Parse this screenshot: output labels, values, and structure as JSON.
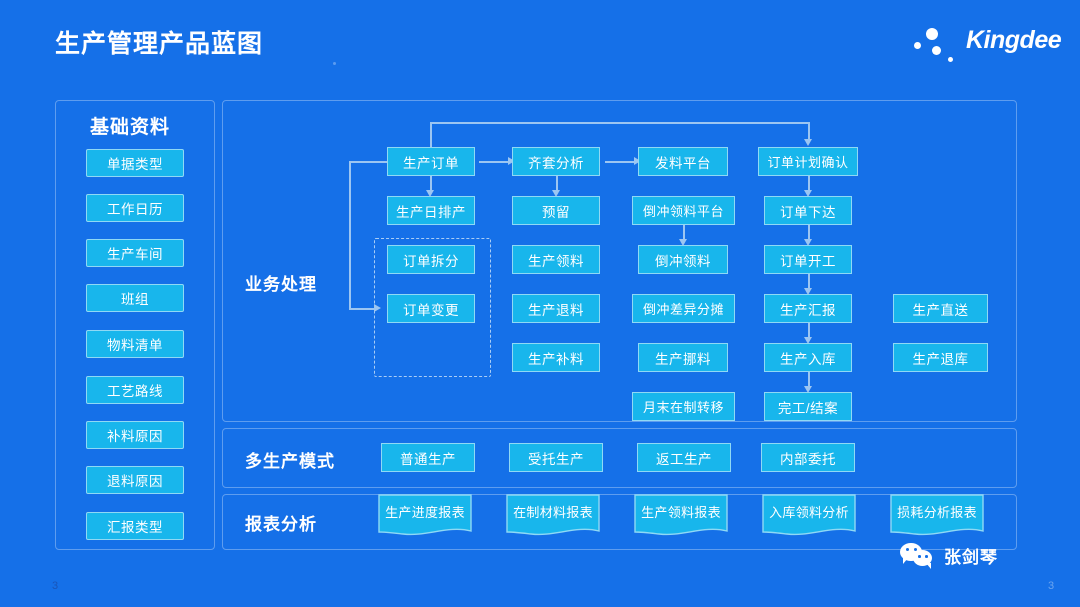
{
  "header": {
    "title": "生产管理产品蓝图",
    "logo_text": "Kingdee",
    "logo_icon": "kingdee-dots-logo"
  },
  "colors": {
    "background": "#1570E8",
    "node_fill": "#18B6EC",
    "node_border": "#8FD9F5",
    "panel_border": "#5E9DEF",
    "connector": "#9CC6F2",
    "text": "#FFFFFF"
  },
  "sidebar": {
    "title": "基础资料",
    "items": [
      {
        "label": "单据类型"
      },
      {
        "label": "工作日历"
      },
      {
        "label": "生产车间"
      },
      {
        "label": "班组"
      },
      {
        "label": "物料清单"
      },
      {
        "label": "工艺路线"
      },
      {
        "label": "补料原因"
      },
      {
        "label": "退料原因"
      },
      {
        "label": "汇报类型"
      }
    ]
  },
  "business": {
    "title": "业务处理",
    "columns": [
      {
        "name": "order-column",
        "nodes": [
          {
            "label": "生产订单"
          },
          {
            "label": "生产日排产"
          },
          {
            "label": "订单拆分"
          },
          {
            "label": "订单变更"
          }
        ]
      },
      {
        "name": "material-column",
        "nodes": [
          {
            "label": "齐套分析"
          },
          {
            "label": "预留"
          },
          {
            "label": "生产领料"
          },
          {
            "label": "生产退料"
          },
          {
            "label": "生产补料"
          }
        ]
      },
      {
        "name": "backflush-column",
        "nodes": [
          {
            "label": "发料平台"
          },
          {
            "label": "倒冲领料平台"
          },
          {
            "label": "倒冲领料"
          },
          {
            "label": "倒冲差异分摊"
          },
          {
            "label": "生产挪料"
          },
          {
            "label": "月末在制转移"
          }
        ]
      },
      {
        "name": "execution-column",
        "nodes": [
          {
            "label": "订单计划确认"
          },
          {
            "label": "订单下达"
          },
          {
            "label": "订单开工"
          },
          {
            "label": "生产汇报"
          },
          {
            "label": "生产入库"
          },
          {
            "label": "完工/结案"
          }
        ]
      },
      {
        "name": "warehouse-column",
        "nodes": [
          {
            "label": "生产直送"
          },
          {
            "label": "生产退库"
          }
        ]
      }
    ]
  },
  "production_modes": {
    "title": "多生产模式",
    "items": [
      {
        "label": "普通生产"
      },
      {
        "label": "受托生产"
      },
      {
        "label": "返工生产"
      },
      {
        "label": "内部委托"
      }
    ]
  },
  "reports": {
    "title": "报表分析",
    "items": [
      {
        "label": "生产进度报表"
      },
      {
        "label": "在制材料报表"
      },
      {
        "label": "生产领料报表"
      },
      {
        "label": "入库领料分析"
      },
      {
        "label": "损耗分析报表"
      }
    ]
  },
  "footer": {
    "page_number_left": "3",
    "page_number_right": "3",
    "wechat_name": "张剑琴",
    "wechat_icon": "wechat-icon"
  }
}
